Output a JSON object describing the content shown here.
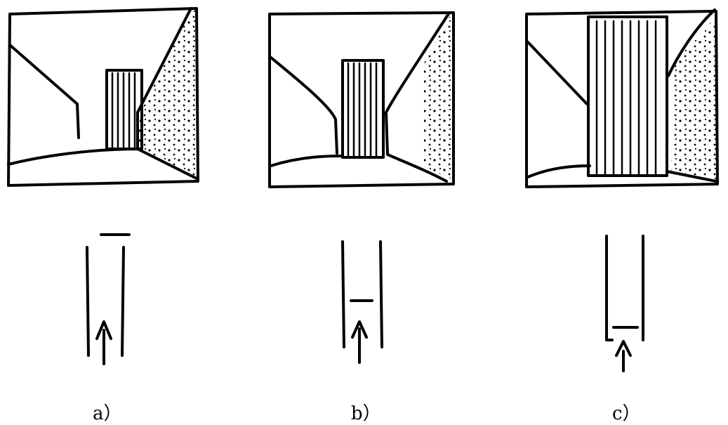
{
  "panels": [
    {
      "caption": "a）"
    },
    {
      "caption": "b）"
    },
    {
      "caption": "c）"
    }
  ],
  "ink_color": "#000000"
}
